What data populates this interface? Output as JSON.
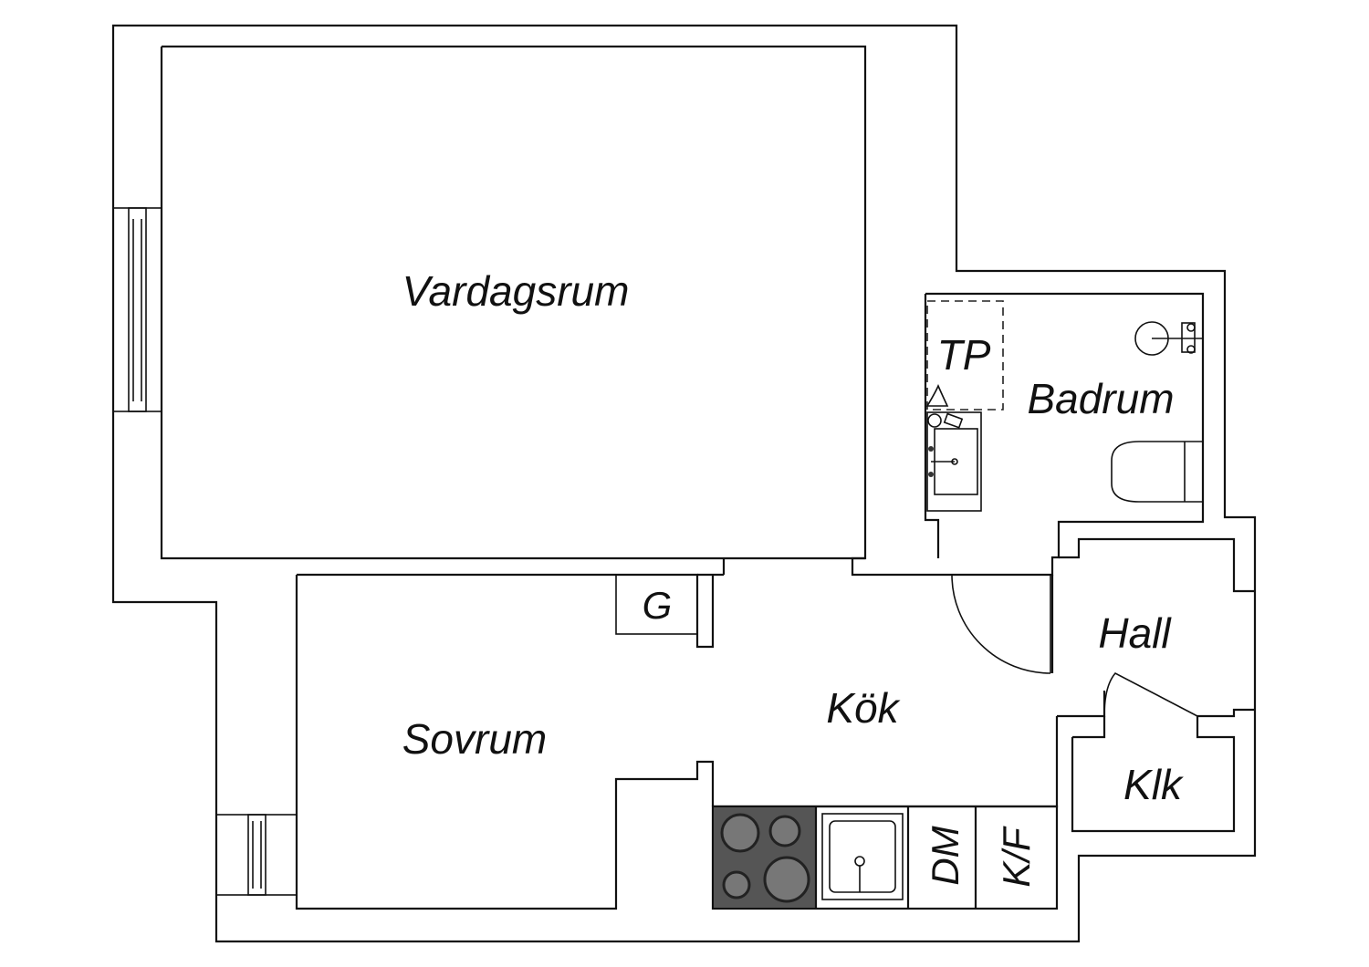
{
  "plan": {
    "rooms": {
      "vardagsrum": "Vardagsrum",
      "sovrum": "Sovrum",
      "kok": "Kök",
      "badrum": "Badrum",
      "hall": "Hall",
      "klk": "Klk",
      "tp": "TP",
      "g": "G"
    },
    "appliances": {
      "dm": "DM",
      "kf": "K/F"
    },
    "colors": {
      "line": "#111111",
      "stove": "#555555",
      "background": "#ffffff"
    }
  }
}
